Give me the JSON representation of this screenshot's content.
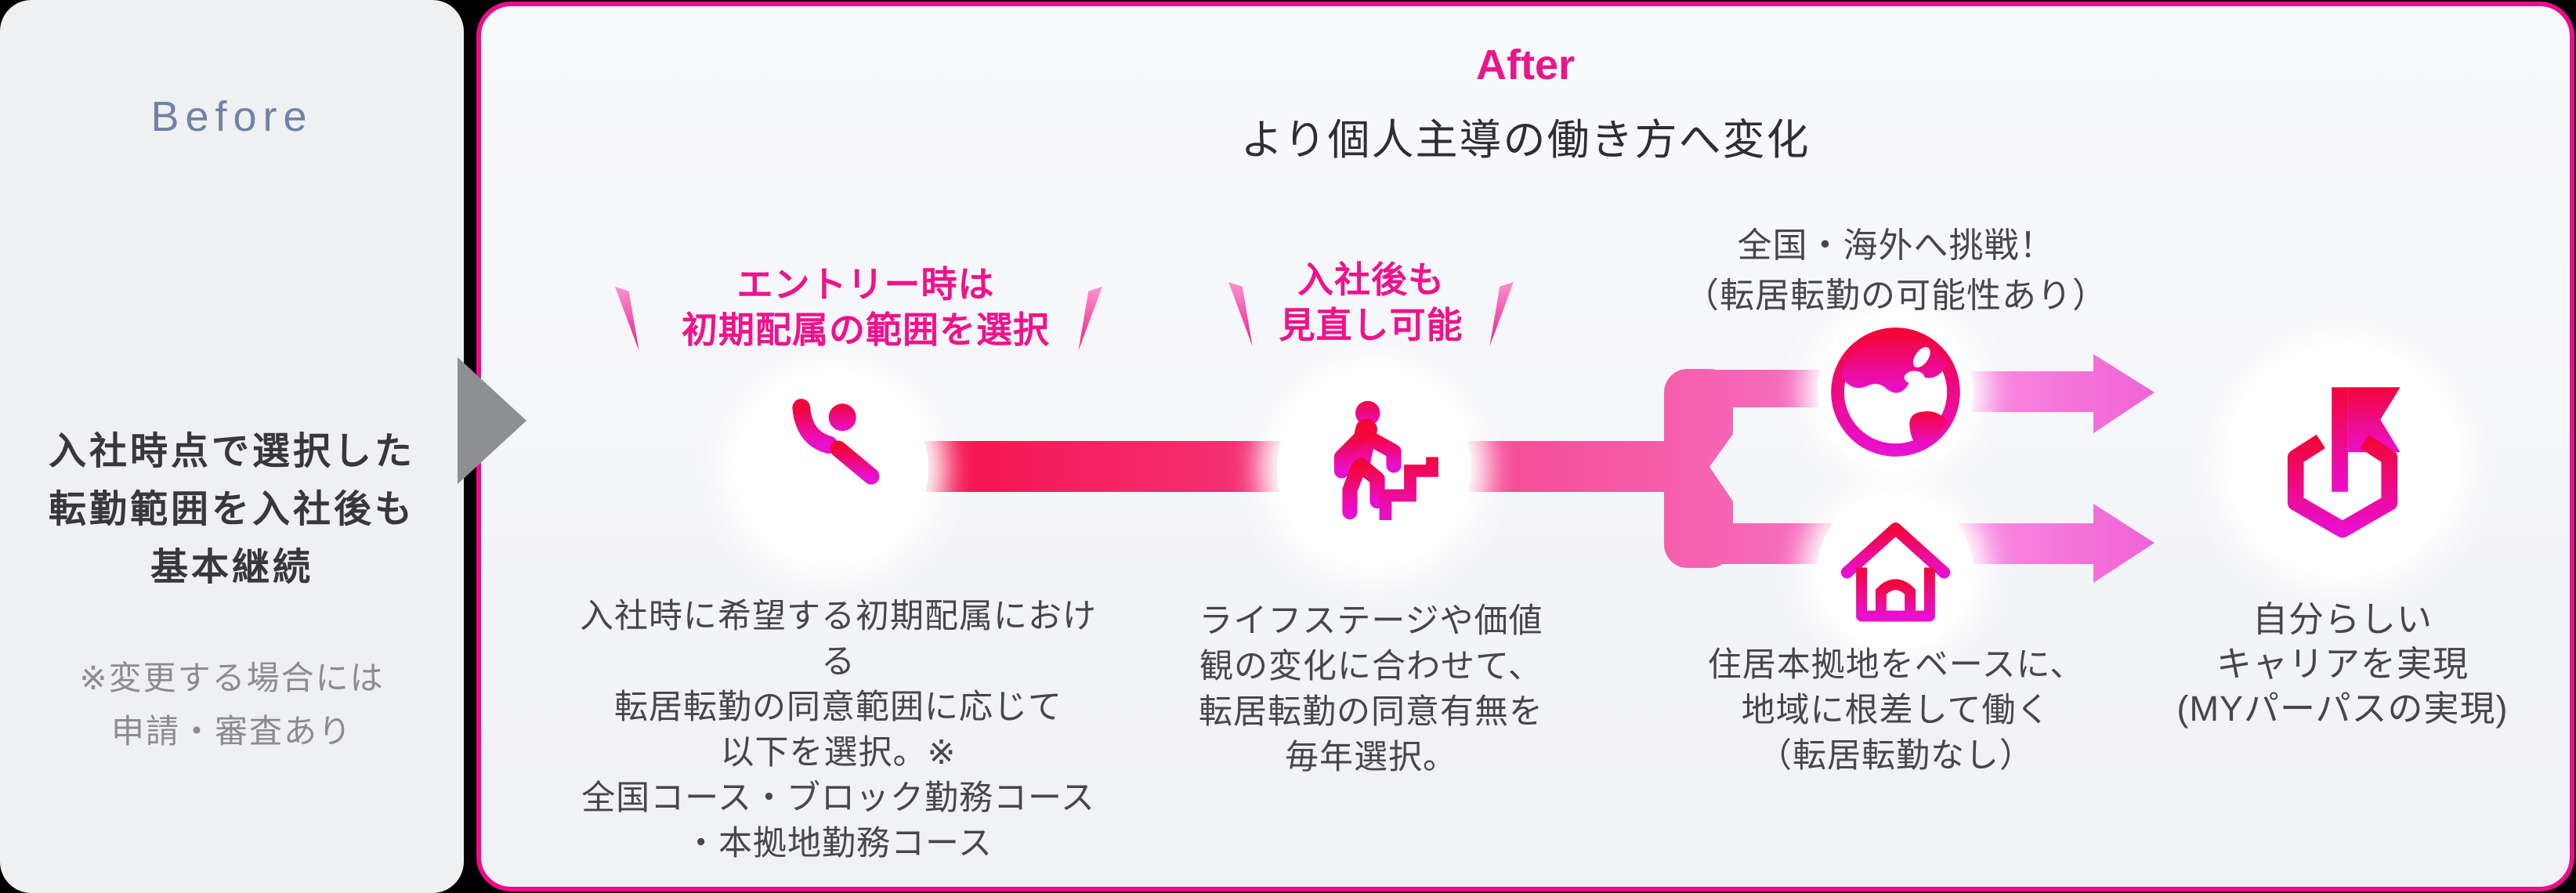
{
  "before": {
    "title": "Before",
    "main_lines": [
      "入社時点で選択した",
      "転勤範囲を入社後も",
      "基本継続"
    ],
    "note_lines": [
      "※変更する場合には",
      "申請・審査あり"
    ]
  },
  "after": {
    "title": "After",
    "subtitle": "より個人主導の働き方へ変化",
    "step1_label_lines": [
      "エントリー時は",
      "初期配属の範囲を選択"
    ],
    "step2_label_lines": [
      "入社後も",
      "見直し可能"
    ],
    "branch_top_caption_lines": [
      "全国・海外へ挑戦！",
      "（転居転勤の可能性あり）"
    ],
    "step1_caption_lines": [
      "入社時に希望する初期配属における",
      "転居転勤の同意範囲に応じて",
      "以下を選択。※",
      "全国コース・ブロック勤務コース",
      "・本拠地勤務コース"
    ],
    "step2_caption_lines": [
      "ライフステージや価値",
      "観の変化に合わせて、",
      "転居転勤の同意有無を",
      "毎年選択。"
    ],
    "branch_bottom_caption_lines": [
      "住居本拠地をベースに、",
      "地域に根差して働く",
      "（転居転勤なし）"
    ],
    "goal_caption_lines": [
      "自分らしい",
      "キャリアを実現",
      "(MYパーパスの実現)"
    ]
  },
  "icons": {
    "transition": "gray-right-arrow",
    "step1": "person-raising-hand",
    "step2": "person-climbing-stairs",
    "branch_top": "globe",
    "branch_bottom": "house",
    "goal": "flag-shield-logo",
    "label_decoration": "pink-slashes"
  },
  "colors": {
    "accent_magenta": "#EC0C8C",
    "band_red": "#F2093F",
    "band_pink": "#F77BCE",
    "arrow_pink": "#F98BE0",
    "gray_arrow": "#8E8F93",
    "before_title": "#6E82A8",
    "dark_text": "#37373C",
    "caption_text": "#46464B",
    "note_text": "#8B8B91"
  }
}
